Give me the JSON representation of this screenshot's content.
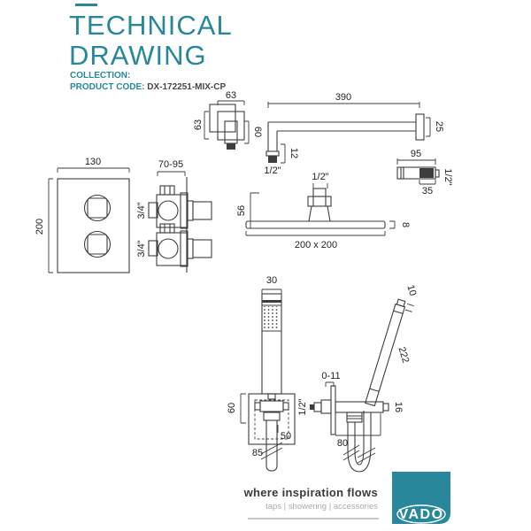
{
  "header": {
    "title_line1": "TECHNICAL",
    "title_line2": "DRAWING",
    "collection_label": "COLLECTION:",
    "product_code_label": "PRODUCT CODE:",
    "product_code_value": "DX-172251-MIX-CP"
  },
  "labels": {
    "arm_flange_width": "63",
    "arm_flange_height": "63",
    "arm_drop": "60",
    "arm_length": "390",
    "arm_wall_flange": "25",
    "arm_outlet_drop": "12",
    "arm_thread": "1/2\"",
    "outlet_length": "95",
    "outlet_nut": "35",
    "outlet_thread": "1/2\"",
    "head_thread": "1/2\"",
    "head_neck_height": "56",
    "head_plate": "200 x 200",
    "head_thickness": "8",
    "valve_width": "130",
    "valve_height": "200",
    "valve_depth": "70-95",
    "valve_inlet_top": "3/4\"",
    "valve_inlet_bottom": "3/4\"",
    "handset_width": "30",
    "outlet_plate_height": "60",
    "outlet_plate_inner": "50",
    "outlet_total": "85",
    "holder_adjust": "0-11",
    "holder_thread": "1/2\"",
    "holder_projection": "80",
    "handset_tip": "10",
    "handset_length": "222",
    "holder_bar": "16"
  },
  "footer": {
    "tagline": "where inspiration flows",
    "services": "taps | showering | accessories",
    "brand": "VADO"
  },
  "colors": {
    "teal": "#28879A",
    "drawing_line": "#3d3d3d"
  }
}
